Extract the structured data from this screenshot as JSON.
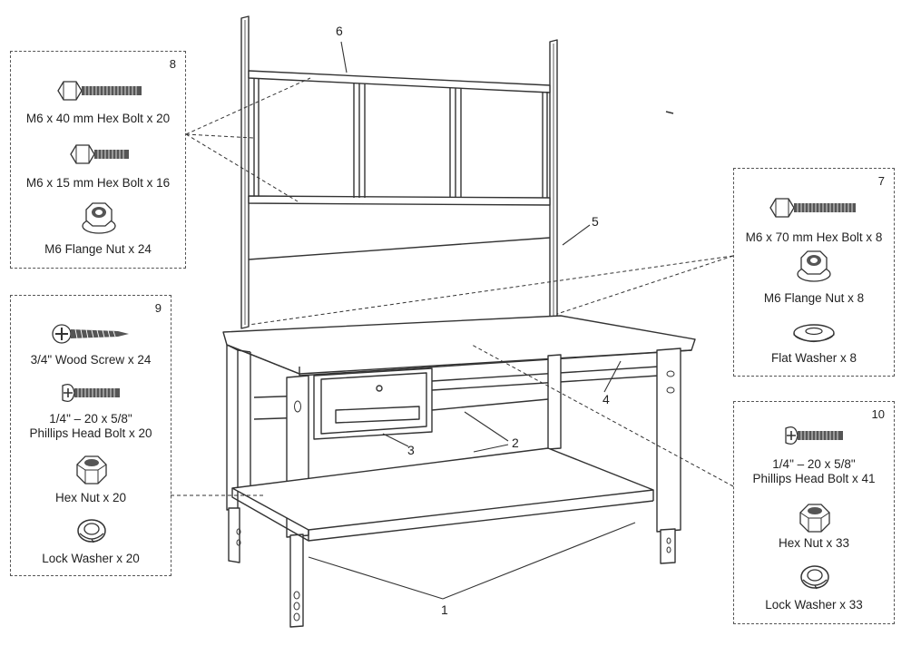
{
  "callouts": {
    "c1": "1",
    "c2": "2",
    "c3": "3",
    "c4": "4",
    "c5": "5",
    "c6": "6"
  },
  "boxes": {
    "b8": {
      "number": "8",
      "items": [
        {
          "icon": "hex-bolt-icon",
          "label": "M6 x 40 mm Hex Bolt x 20"
        },
        {
          "icon": "hex-bolt-icon",
          "label": "M6 x 15 mm Hex Bolt x 16"
        },
        {
          "icon": "flange-nut-icon",
          "label": "M6 Flange Nut x 24"
        }
      ]
    },
    "b9": {
      "number": "9",
      "items": [
        {
          "icon": "wood-screw-icon",
          "label": "3/4\" Wood Screw x 24"
        },
        {
          "icon": "phillips-bolt-icon",
          "label": "1/4\" – 20 x 5/8\"",
          "label2": "Phillips Head Bolt x 20"
        },
        {
          "icon": "hex-nut-icon",
          "label": "Hex Nut x 20"
        },
        {
          "icon": "lock-washer-icon",
          "label": "Lock Washer x 20"
        }
      ]
    },
    "b7": {
      "number": "7",
      "items": [
        {
          "icon": "hex-bolt-icon",
          "label": "M6 x 70 mm Hex Bolt x 8"
        },
        {
          "icon": "flange-nut-icon",
          "label": "M6 Flange Nut x 8"
        },
        {
          "icon": "flat-washer-icon",
          "label": "Flat Washer x 8"
        }
      ]
    },
    "b10": {
      "number": "10",
      "items": [
        {
          "icon": "phillips-bolt-icon",
          "label": "1/4\" – 20 x 5/8\"",
          "label2": "Phillips Head Bolt x 41"
        },
        {
          "icon": "hex-nut-icon",
          "label": "Hex Nut x 33"
        },
        {
          "icon": "lock-washer-icon",
          "label": "Lock Washer x 33"
        }
      ]
    }
  }
}
